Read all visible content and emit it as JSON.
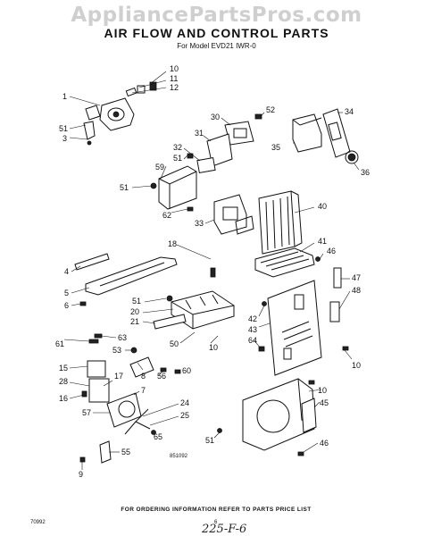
{
  "header": {
    "watermark": "AppliancePartsPros.com",
    "title": "AIR FLOW AND CONTROL PARTS",
    "subtitle": "For Model EVD21 IWR-0"
  },
  "footer": {
    "ordering_note": "FOR ORDERING INFORMATION REFER TO PARTS PRICE LIST",
    "left_code": "70992",
    "page_mark": "6",
    "diagram_code": "851092",
    "handwritten_note": "225-F-6"
  },
  "callouts": [
    {
      "id": "c10a",
      "text": "10"
    },
    {
      "id": "c11",
      "text": "11"
    },
    {
      "id": "c12",
      "text": "12"
    },
    {
      "id": "c1",
      "text": "1"
    },
    {
      "id": "c51a",
      "text": "51"
    },
    {
      "id": "c3",
      "text": "3"
    },
    {
      "id": "c30",
      "text": "30"
    },
    {
      "id": "c52",
      "text": "52"
    },
    {
      "id": "c34",
      "text": "34"
    },
    {
      "id": "c31",
      "text": "31"
    },
    {
      "id": "c35",
      "text": "35"
    },
    {
      "id": "c32",
      "text": "32"
    },
    {
      "id": "c51b",
      "text": "51"
    },
    {
      "id": "c59",
      "text": "59"
    },
    {
      "id": "c36",
      "text": "36"
    },
    {
      "id": "c51c",
      "text": "51"
    },
    {
      "id": "c62",
      "text": "62"
    },
    {
      "id": "c33",
      "text": "33"
    },
    {
      "id": "c40",
      "text": "40"
    },
    {
      "id": "c18",
      "text": "18"
    },
    {
      "id": "c41",
      "text": "41"
    },
    {
      "id": "c46a",
      "text": "46"
    },
    {
      "id": "c4",
      "text": "4"
    },
    {
      "id": "c5",
      "text": "5"
    },
    {
      "id": "c6",
      "text": "6"
    },
    {
      "id": "c47",
      "text": "47"
    },
    {
      "id": "c48",
      "text": "48"
    },
    {
      "id": "c51d",
      "text": "51"
    },
    {
      "id": "c20",
      "text": "20"
    },
    {
      "id": "c21",
      "text": "21"
    },
    {
      "id": "c42",
      "text": "42"
    },
    {
      "id": "c43",
      "text": "43"
    },
    {
      "id": "c64",
      "text": "64"
    },
    {
      "id": "c61",
      "text": "61"
    },
    {
      "id": "c63",
      "text": "63"
    },
    {
      "id": "c53",
      "text": "53"
    },
    {
      "id": "c50",
      "text": "50"
    },
    {
      "id": "c10b",
      "text": "10"
    },
    {
      "id": "c10c",
      "text": "10"
    },
    {
      "id": "c15",
      "text": "15"
    },
    {
      "id": "c28",
      "text": "28"
    },
    {
      "id": "c8",
      "text": "8"
    },
    {
      "id": "c56",
      "text": "56"
    },
    {
      "id": "c60",
      "text": "60"
    },
    {
      "id": "c17",
      "text": "17"
    },
    {
      "id": "c7",
      "text": "7"
    },
    {
      "id": "c16",
      "text": "16"
    },
    {
      "id": "c24",
      "text": "24"
    },
    {
      "id": "c57",
      "text": "57"
    },
    {
      "id": "c25",
      "text": "25"
    },
    {
      "id": "c65",
      "text": "65"
    },
    {
      "id": "c10d",
      "text": "10"
    },
    {
      "id": "c45",
      "text": "45"
    },
    {
      "id": "c55",
      "text": "55"
    },
    {
      "id": "c51e",
      "text": "51"
    },
    {
      "id": "c46b",
      "text": "46"
    },
    {
      "id": "c9",
      "text": "9"
    }
  ]
}
